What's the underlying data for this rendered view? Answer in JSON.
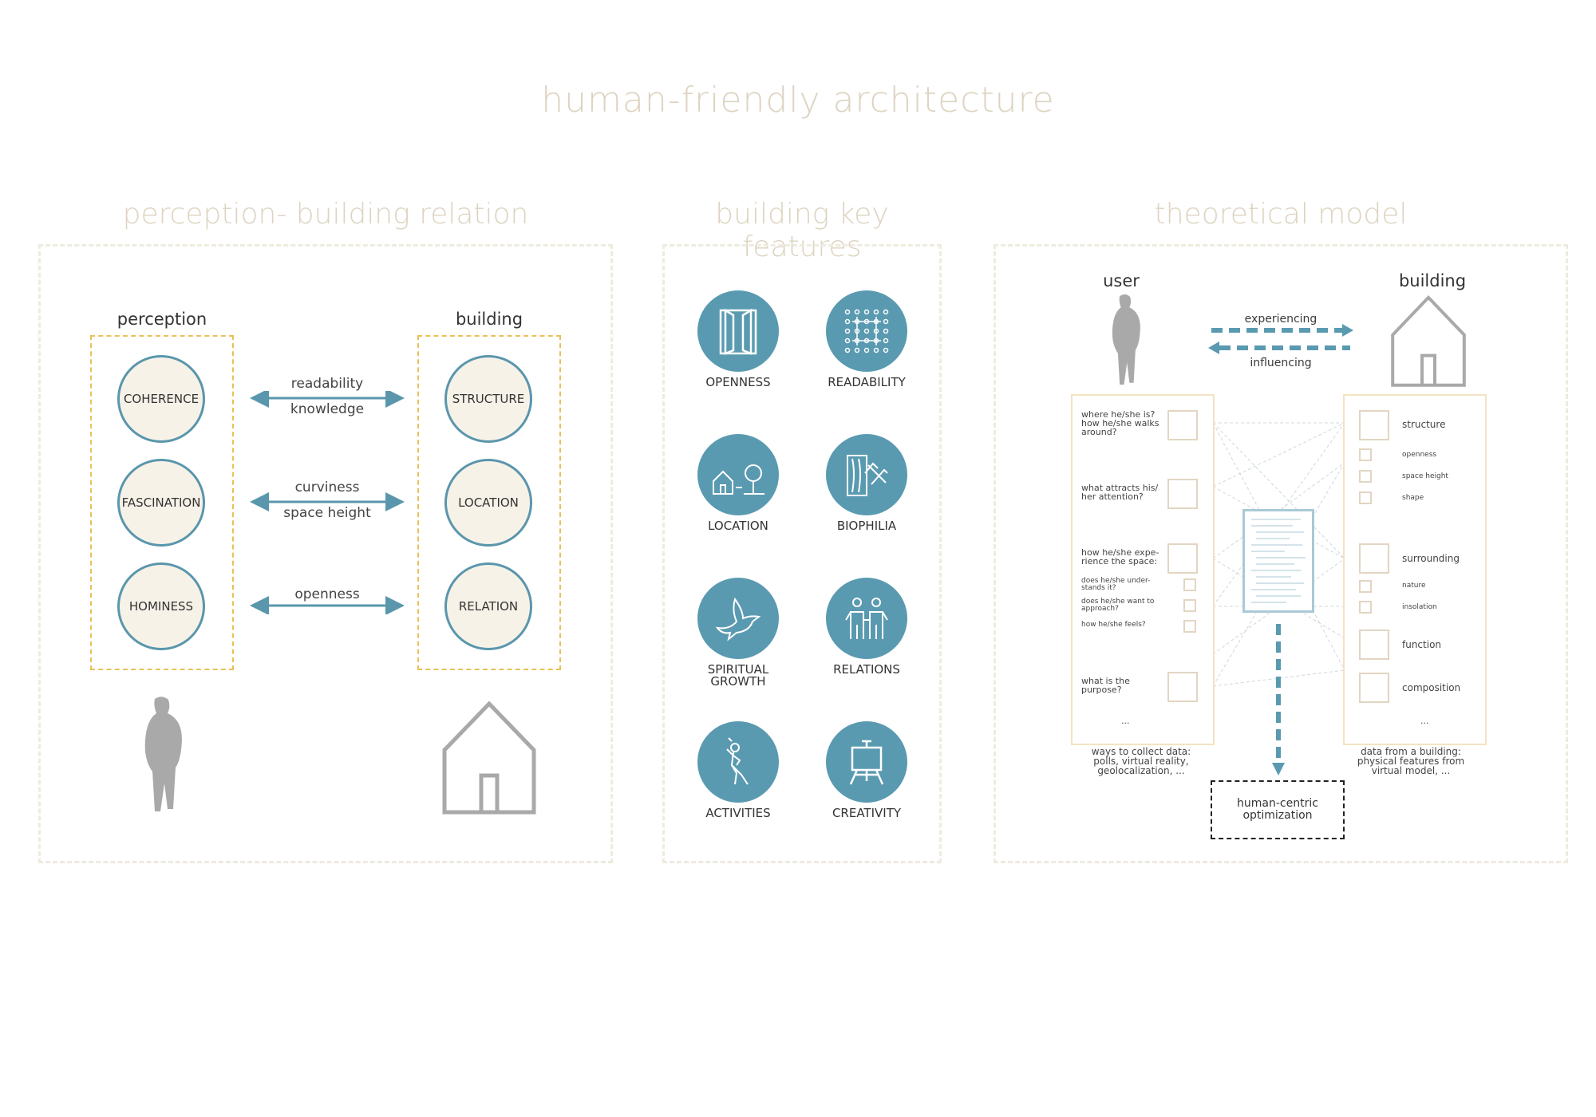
{
  "title": "human-friendly architecture",
  "sections": {
    "relation": "perception- building relation",
    "features": "building key features",
    "model": "theoretical model"
  },
  "relation": {
    "perception_label": "perception",
    "building_label": "building",
    "perception_items": [
      "COHERENCE",
      "FASCINATION",
      "HOMINESS"
    ],
    "building_items": [
      "STRUCTURE",
      "LOCATION",
      "RELATION"
    ],
    "links": [
      {
        "top": "readability",
        "bottom": "knowledge"
      },
      {
        "top": "curviness",
        "bottom": "space height"
      },
      {
        "top": "openness",
        "bottom": ""
      }
    ]
  },
  "features": [
    {
      "label": "OPENNESS",
      "icon": "door-icon"
    },
    {
      "label": "READABILITY",
      "icon": "grid-icon"
    },
    {
      "label": "LOCATION",
      "icon": "house-tree-icon"
    },
    {
      "label": "BIOPHILIA",
      "icon": "wood-tools-icon"
    },
    {
      "label": "SPIRITUAL GROWTH",
      "icon": "bird-icon"
    },
    {
      "label": "RELATIONS",
      "icon": "people-icon"
    },
    {
      "label": "ACTIVITIES",
      "icon": "stretching-person-icon"
    },
    {
      "label": "CREATIVITY",
      "icon": "easel-icon"
    }
  ],
  "model": {
    "user_label": "user",
    "building_label": "building",
    "experiencing": "experiencing",
    "influencing": "influencing",
    "user_questions": {
      "q1": "where he/she is? how he/she walks around?",
      "q2": "what attracts his/ her attention?",
      "q3": "how he/she expe- rience the space:",
      "q3a": "does he/she under- stands it?",
      "q3b": "does he/she want to approach?",
      "q3c": "how he/she feels?",
      "q4": "what is the purpose?",
      "more": "..."
    },
    "building_features": {
      "structure": "structure",
      "openness": "openness",
      "space_height": "space height",
      "shape": "shape",
      "surrounding": "surrounding",
      "nature": "nature",
      "insolation": "insolation",
      "function": "function",
      "composition": "composition",
      "more": "..."
    },
    "user_caption": "ways to collect data: polls, virtual reality, geolocalization, ...",
    "building_caption": "data from a building: physical features from virtual model, ...",
    "optimization": "human-centric optimization",
    "accent_color": "#5a9ab1"
  }
}
